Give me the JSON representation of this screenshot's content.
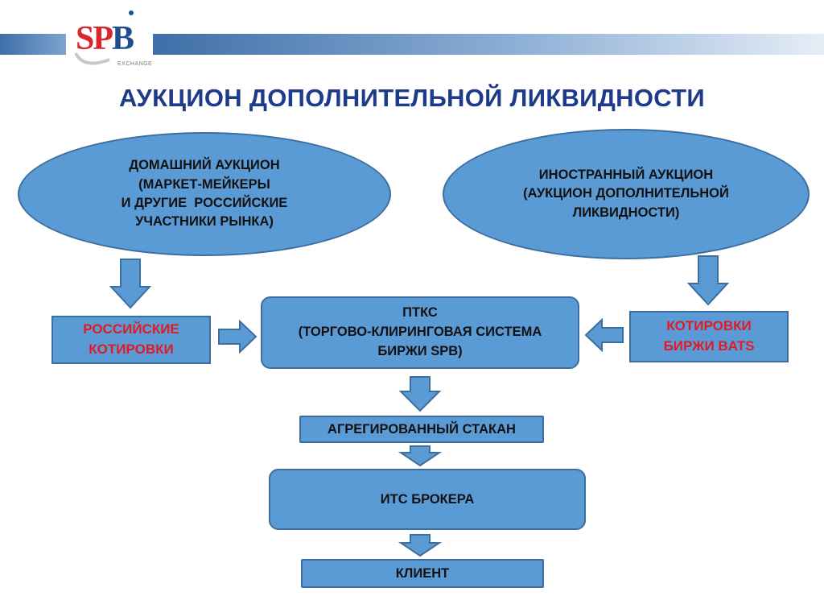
{
  "logo": {
    "text_s": "S",
    "text_p": "P",
    "text_b": "B",
    "sub": "EXCHANGE"
  },
  "title": "АУКЦИОН ДОПОЛНИТЕЛЬНОЙ ЛИКВИДНОСТИ",
  "home_auction": {
    "line1": "ДОМАШНИЙ АУКЦИОН",
    "line2": "(МАРКЕТ-МЕЙКЕРЫ",
    "line3": "И ДРУГИЕ  РОССИЙСКИЕ",
    "line4": "УЧАСТНИКИ РЫНКА)"
  },
  "foreign_auction": {
    "line1": "ИНОСТРАННЫЙ АУКЦИОН",
    "line2": "(АУКЦИОН ДОПОЛНИТЕЛЬНОЙ",
    "line3": "ЛИКВИДНОСТИ)"
  },
  "russian_quotes": {
    "line1": "РОССИЙСКИЕ",
    "line2": "КОТИРОВКИ"
  },
  "bats_quotes": {
    "line1": "КОТИРОВКИ",
    "line2": "БИРЖИ BATS"
  },
  "ptks": {
    "line1": "ПТКС",
    "line2": "(ТОРГОВО-КЛИРИНГОВАЯ СИСТЕМА",
    "line3": "БИРЖИ SPB)"
  },
  "aggregated_book": "АГРЕГИРОВАННЫЙ СТАКАН",
  "broker_its": "ИТС БРОКЕРА",
  "client": "КЛИЕНТ",
  "colors": {
    "shape_fill": "#5b9bd5",
    "shape_border": "#3c6e9f",
    "title": "#1d3b8a",
    "highlight_text": "#e01b24"
  }
}
